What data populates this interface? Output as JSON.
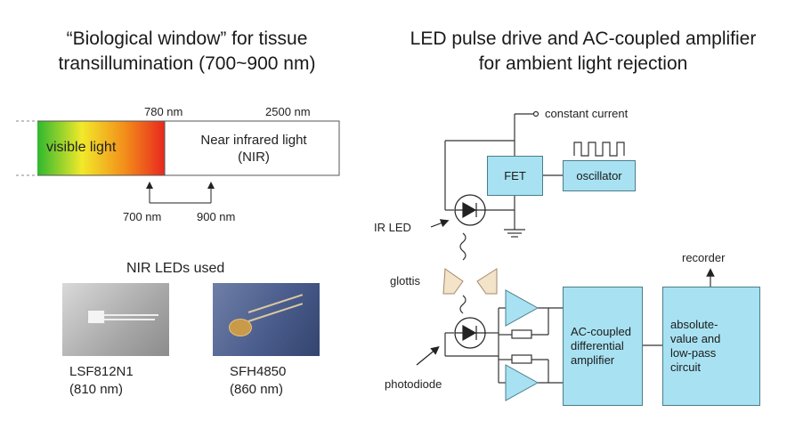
{
  "left": {
    "title_line1": "“Biological window” for tissue",
    "title_line2": "transillumination (700~900 nm)",
    "spectrum": {
      "tick_780": "780 nm",
      "tick_2500": "2500 nm",
      "visible_label": "visible light",
      "nir_label_line1": "Near infrared light",
      "nir_label_line2": "(NIR)",
      "marker_700": "700 nm",
      "marker_900": "900 nm"
    },
    "leds_heading": "NIR LEDs used",
    "led1": {
      "name": "LSF812N1",
      "wavelength": "(810 nm)"
    },
    "led2": {
      "name": "SFH4850",
      "wavelength": "(860 nm)"
    }
  },
  "right": {
    "title_line1": "LED pulse drive and AC-coupled amplifier",
    "title_line2": "for ambient light rejection",
    "constant_current": "constant current",
    "fet": "FET",
    "oscillator": "oscillator",
    "ir_led": "IR LED",
    "glottis": "glottis",
    "photodiode": "photodiode",
    "recorder": "recorder",
    "ac_amp_line1": "AC-coupled",
    "ac_amp_line2": "differential",
    "ac_amp_line3": "amplifier",
    "abs_line1": "absolute-",
    "abs_line2": "value and",
    "abs_line3": "low-pass",
    "abs_line4": "circuit"
  },
  "colors": {
    "box_fill": "#a8e2f2",
    "box_stroke": "#4a7d8c",
    "visible_gradient": [
      "#2fb82f",
      "#f2e92a",
      "#f28a1a",
      "#e8281f"
    ]
  }
}
